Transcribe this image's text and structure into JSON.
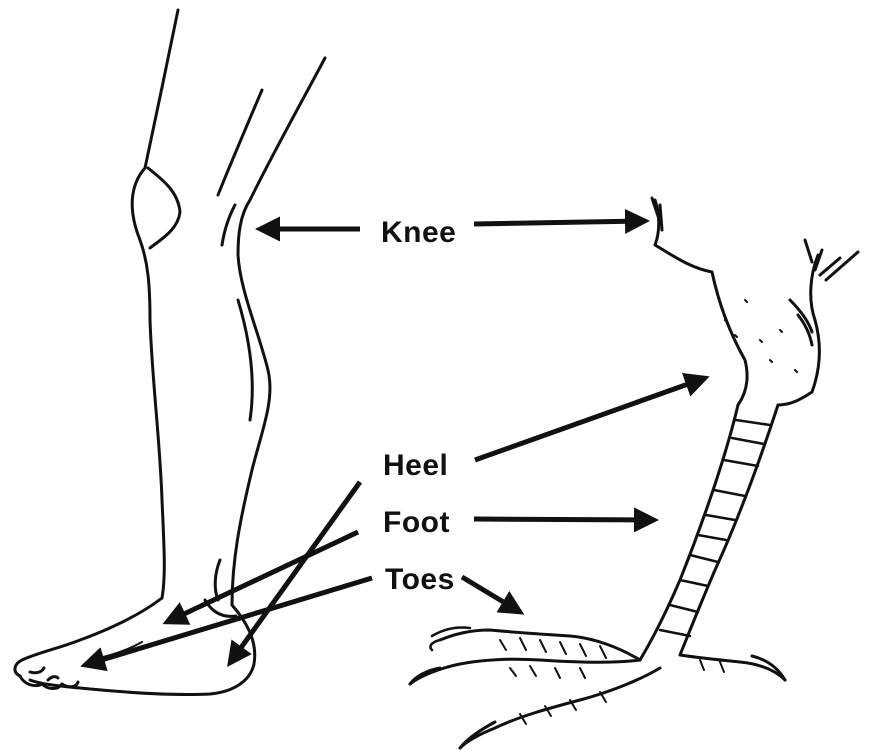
{
  "labels": {
    "knee": "Knee",
    "heel": "Heel",
    "foot": "Foot",
    "toes": "Toes"
  },
  "illustrations": {
    "left": "human leg",
    "right": "bird leg"
  },
  "colors": {
    "ink": "#111111",
    "background": "#ffffff"
  }
}
